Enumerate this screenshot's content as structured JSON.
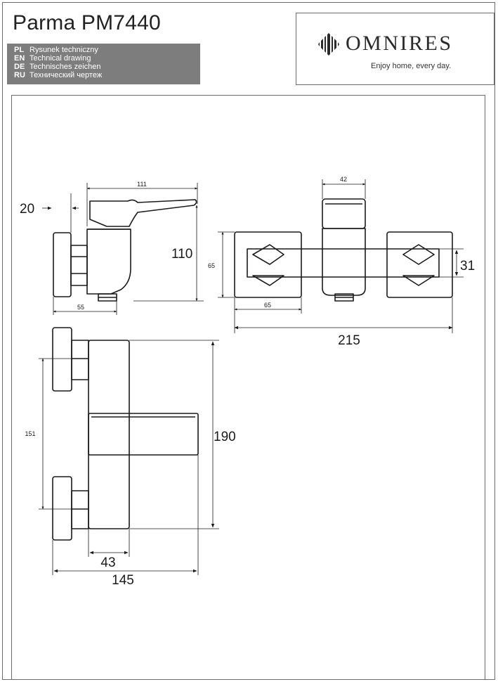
{
  "header": {
    "product_title": "Parma PM7440",
    "languages": [
      {
        "code": "PL",
        "label": "Rysunek techniczny"
      },
      {
        "code": "EN",
        "label": "Technical drawing"
      },
      {
        "code": "DE",
        "label": "Technisches zeichen"
      },
      {
        "code": "RU",
        "label": "Технический чертеж"
      }
    ]
  },
  "logo": {
    "brand": "OMNIRES",
    "tagline": "Enjoy home, every day.",
    "icon": "diamond-logo-icon"
  },
  "dimensions": {
    "side_width": "111",
    "wall_offset": "20",
    "height": "110",
    "base_depth": "55",
    "front_top": "42",
    "front_height": "65",
    "flange_width": "65",
    "front_width": "215",
    "lever_height": "31",
    "center_distance": "151",
    "top_height": "190",
    "body_width": "43",
    "total_depth": "145"
  },
  "colors": {
    "line": "#1a1a1a",
    "header_bar": "#7d7d7d",
    "frame": "#6b6b6b"
  }
}
